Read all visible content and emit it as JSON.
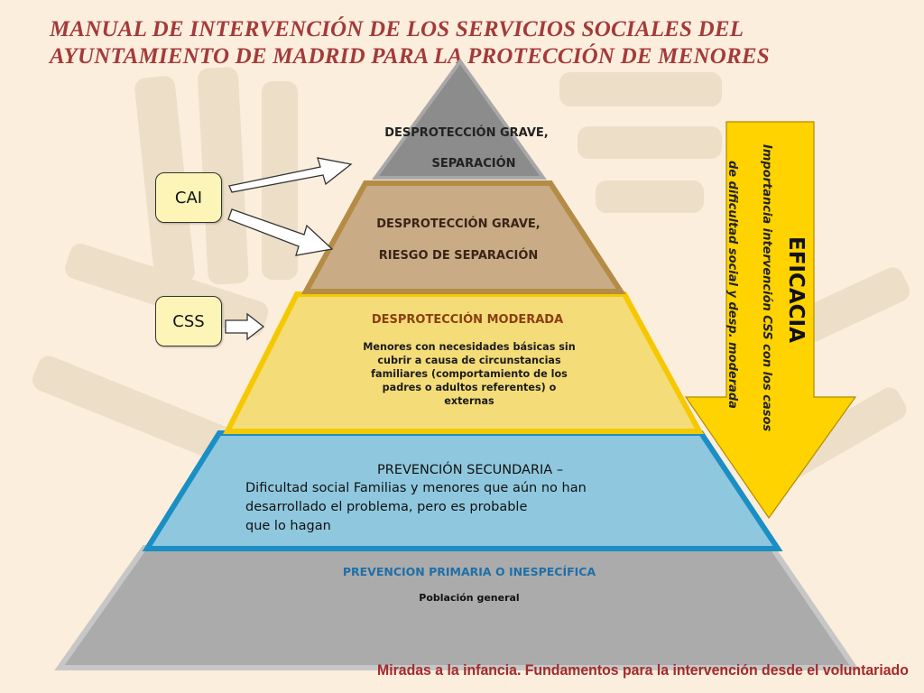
{
  "title": {
    "line1": "MANUAL DE INTERVENCIÓN DE LOS SERVICIOS SOCIALES DEL",
    "line2": "AYUNTAMIENTO DE MADRID PARA LA PROTECCIÓN DE MENORES"
  },
  "pyramid": {
    "level1": {
      "line1": "DESPROTECCIÓN GRAVE,",
      "line2": "SEPARACIÓN"
    },
    "level2": {
      "line1": "DESPROTECCIÓN GRAVE,",
      "line2": "RIESGO DE SEPARACIÓN"
    },
    "level3": {
      "heading": "DESPROTECCIÓN MODERADA",
      "body": "Menores con necesidades básicas sin cubrir a causa de circunstancias familiares (comportamiento de los padres o adultos referentes) o externas"
    },
    "level4": {
      "line1": "PREVENCIÓN SECUNDARIA –",
      "line2": "Dificultad social Familias y menores que aún no han",
      "line3": "desarrollado el problema, pero es probable",
      "line4": "que lo hagan"
    },
    "level5": {
      "heading": "PREVENCION PRIMARIA O INESPECÍFICA",
      "body": "Población general"
    }
  },
  "boxes": {
    "cai": "CAI",
    "css": "CSS"
  },
  "eficacia": {
    "label": "EFICACIA",
    "line1": "Importancia intervención CSS con los casos",
    "line2": "de dificultad social y desp. moderada"
  },
  "footer": "Miradas a la infancia. Fundamentos para la intervención desde el voluntariado",
  "colors": {
    "level1": "#8c8c8c",
    "level2": "#c9ac86",
    "level3": "#f4dc78",
    "level4": "#8fc8de",
    "level5": "#ababab",
    "arrow": "#ffd300",
    "title": "#a43a3a",
    "box": "#fdf5b8"
  }
}
